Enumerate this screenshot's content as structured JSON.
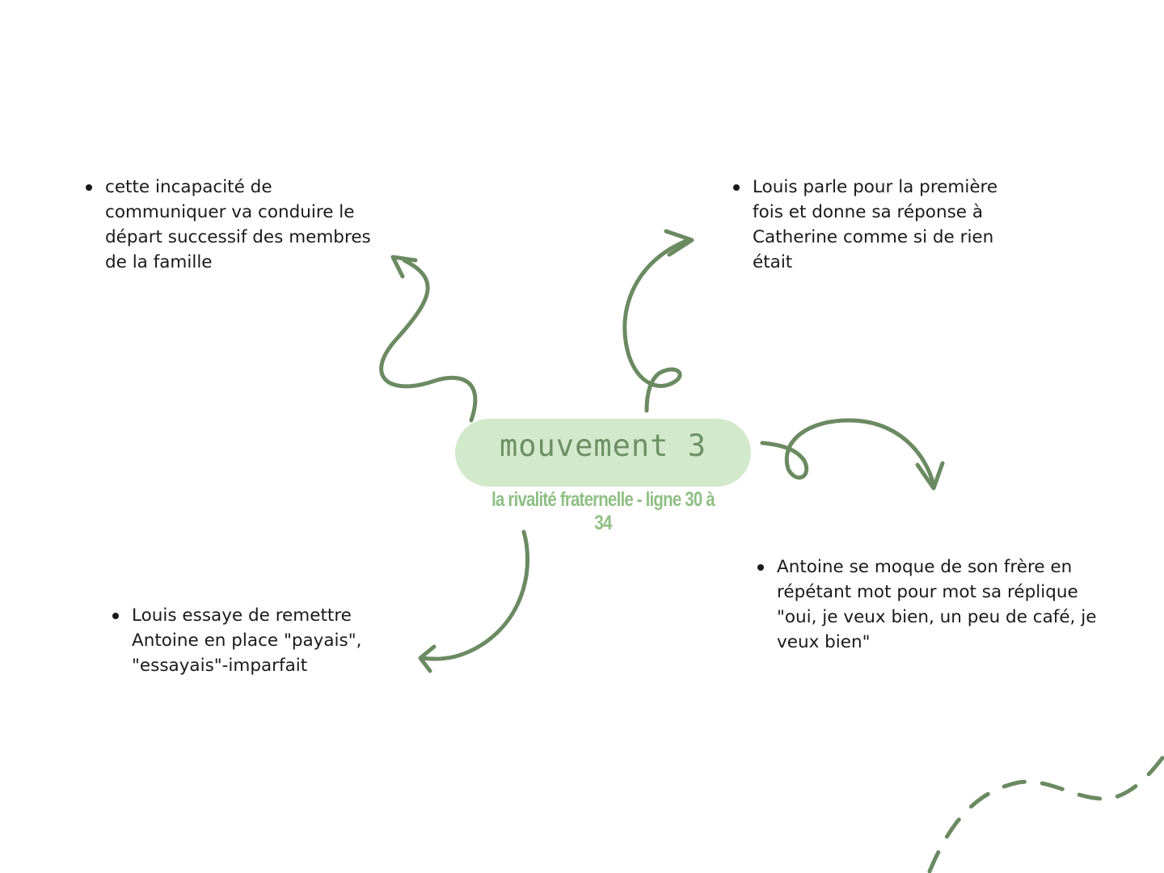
{
  "center": {
    "title": "mouvement 3",
    "subtitle": "la rivalité fraternelle - ligne 30 à 34"
  },
  "notes": {
    "top_left": "cette incapacité de communiquer va conduire le départ successif des membres de la famille",
    "top_right": "Louis parle pour la première fois et donne sa réponse à Catherine comme si de rien était",
    "bottom_left": "Louis essaye de remettre Antoine en place \"payais\", \"essayais\"-imparfait",
    "bottom_right": "Antoine se moque de son frère en répétant mot pour mot sa réplique \"oui, je veux bien, un peu de café, je veux bien\""
  },
  "colors": {
    "accent": "#6b8a62",
    "pill": "#d3e9cc",
    "subtitle": "#8fbf84"
  }
}
